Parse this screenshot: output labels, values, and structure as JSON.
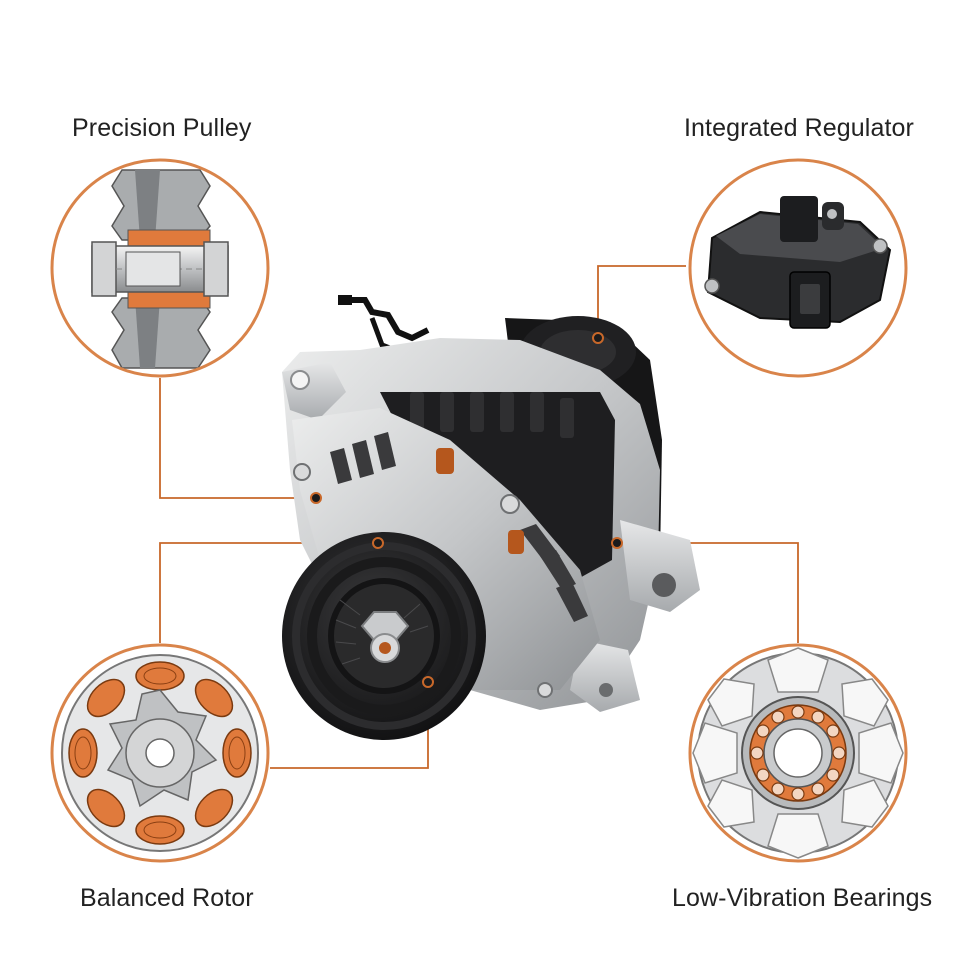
{
  "features": {
    "pulley": {
      "label": "Precision Pulley"
    },
    "regulator": {
      "label": "Integrated Regulator"
    },
    "rotor": {
      "label": "Balanced Rotor"
    },
    "bearings": {
      "label": "Low-Vibration Bearings"
    }
  },
  "colors": {
    "accent": "#c8682a",
    "ring": "#d9844a",
    "aluminum": "#c9cbcd",
    "dark": "#1b1b1c",
    "background": "#ffffff"
  },
  "icons": [
    "pulley-cutaway-icon",
    "regulator-module-icon",
    "rotor-coils-icon",
    "bearing-icon"
  ]
}
